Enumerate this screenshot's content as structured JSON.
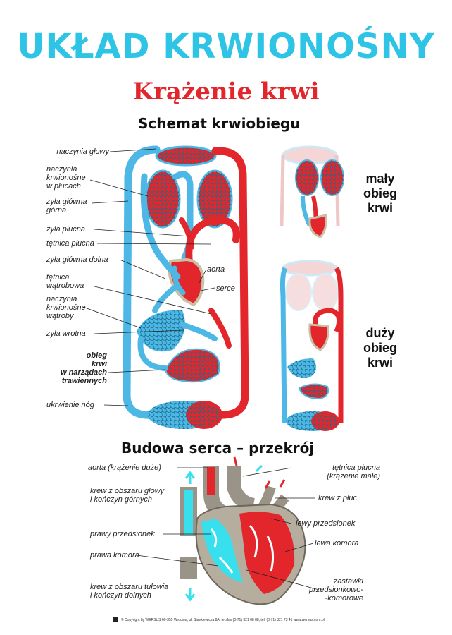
{
  "title": "UKŁAD KRWIONOŚNY",
  "subtitle": "Krążenie krwi",
  "schema": {
    "heading": "Schemat krwiobiegu",
    "labels": {
      "naczynia_glowy": "naczynia głowy",
      "naczynia_pluc_1": "naczynia",
      "naczynia_pluc_2": "krwionośne",
      "naczynia_pluc_3": "w płucach",
      "zyla_gorna_1": "żyła główna",
      "zyla_gorna_2": "górna",
      "zyla_plucna": "żyła płucna",
      "tetnica_plucna": "tętnica płucna",
      "zyla_dolna": "żyła główna dolna",
      "tetnica_watr_1": "tętnica",
      "tetnica_watr_2": "wątrobowa",
      "naczynia_watr_1": "naczynia",
      "naczynia_watr_2": "krwionośne",
      "naczynia_watr_3": "wątroby",
      "zyla_wrotna": "żyła wrotna",
      "obieg_1": "obieg",
      "obieg_2": "krwi",
      "obieg_3": "w narządach",
      "obieg_4": "trawiennych",
      "ukrwienie": "ukrwienie nóg",
      "aorta": "aorta",
      "serce": "serce"
    },
    "maly": [
      "mały",
      "obieg",
      "krwi"
    ],
    "duzy": [
      "duży",
      "obieg",
      "krwi"
    ]
  },
  "heart": {
    "heading": "Budowa serca – przekrój",
    "labels": {
      "aorta": "aorta (krążenie duże)",
      "tetnica_1": "tętnica płucna",
      "tetnica_2": "(krążenie małe)",
      "krew_glowy_1": "krew z obszaru głowy",
      "krew_glowy_2": "i kończyn górnych",
      "krew_pluc": "krew z płuc",
      "lewy_przed": "lewy przedsionek",
      "prawy_przed": "prawy przedsionek",
      "lewa_komora": "lewa komora",
      "prawa_komora": "prawa komora",
      "krew_tulowia_1": "krew z obszaru tułowia",
      "krew_tulowia_2": "i kończyn dolnych",
      "zastawki_1": "zastawki",
      "zastawki_2": "przedsionkowo-",
      "zastawki_3": "-komorowe"
    }
  },
  "footer": "© Copyright by WERSUS   60-355 Wrocław, ul. Stankiewicza 8A, tel./fax (0-71) 321 68 88, tel. (0-71) 321 73 41   www.wersus.com.pl",
  "colors": {
    "blue": "#4db8e6",
    "red": "#e3262c",
    "title": "#2ec4e6"
  }
}
